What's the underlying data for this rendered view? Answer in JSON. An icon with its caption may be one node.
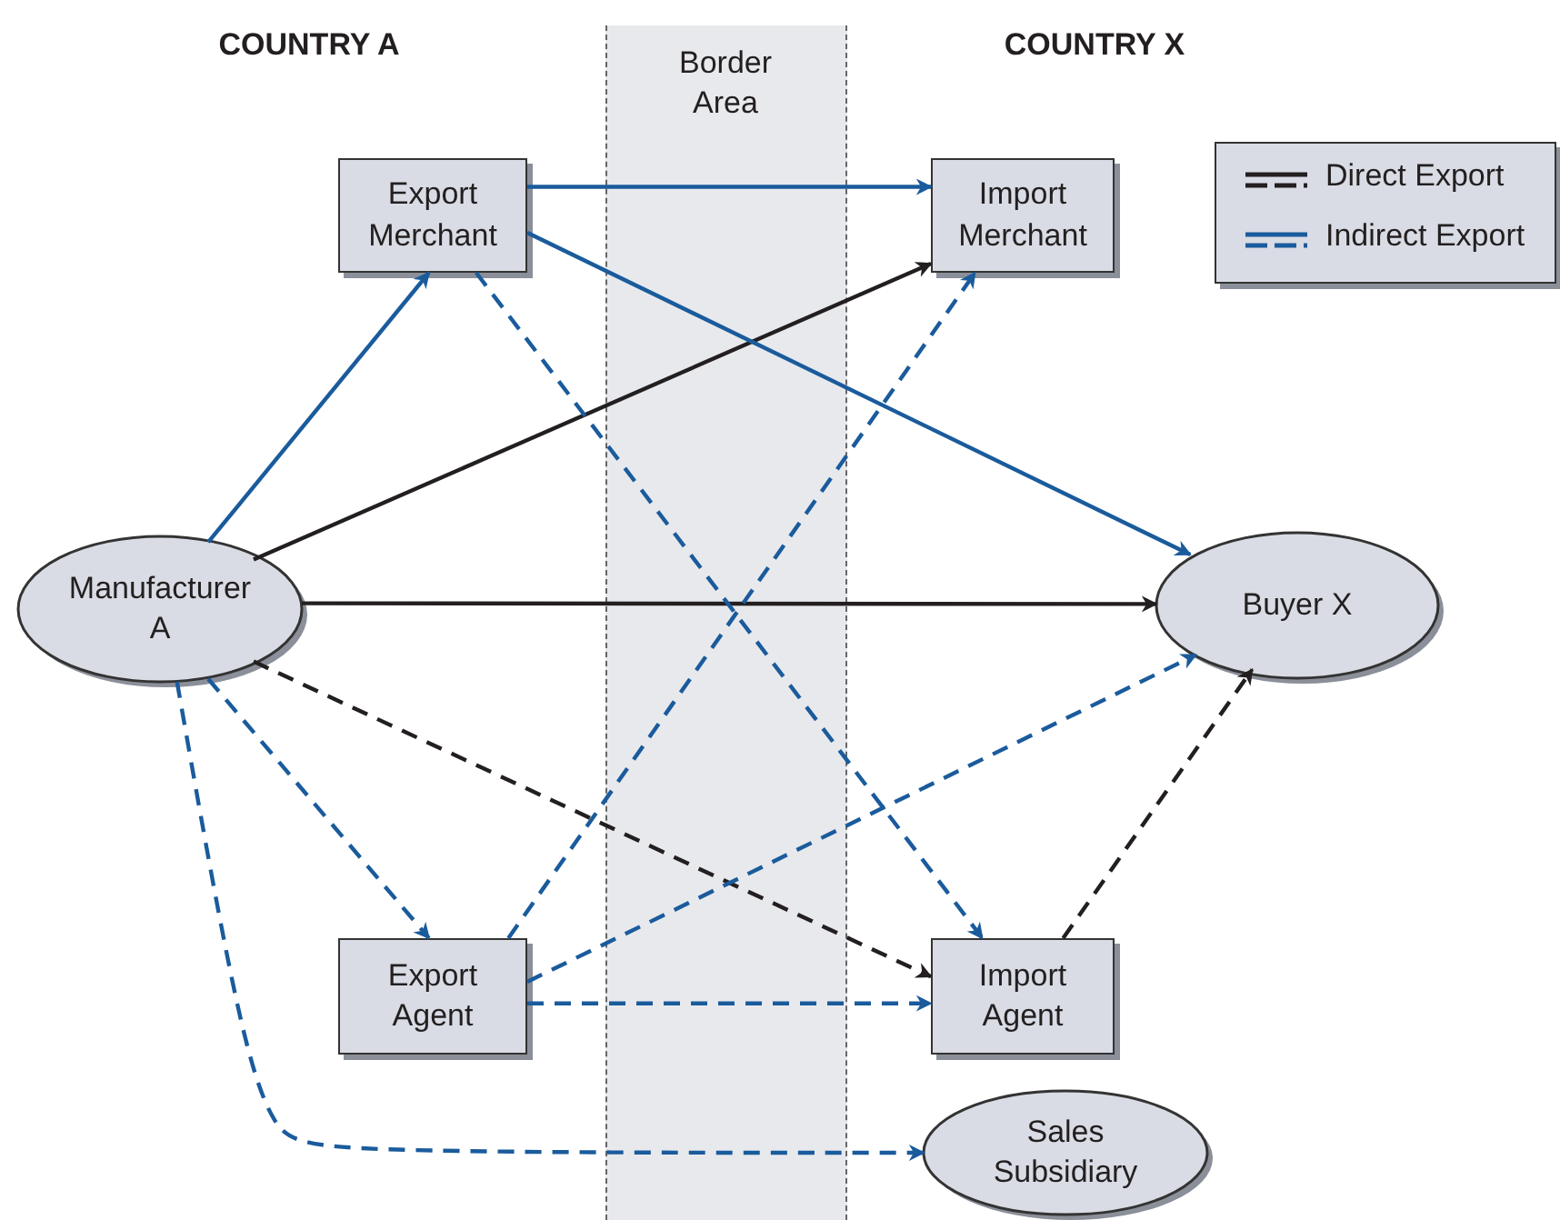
{
  "diagram": {
    "nodes": [
      {
        "text": [
          "Export Merchant"
        ]
      },
      {
        "text": [
          "Import Merchant"
        ]
      },
      {
        "text": [
          "Manufacturer A"
        ]
      },
      {
        "text": [
          "Buyer X"
        ]
      },
      {
        "text": [
          "Export Agent"
        ]
      },
      {
        "text": [
          "Import Agent"
        ]
      },
      {
        "text": [
          "Sales Subsidiary"
        ]
      }
    ],
    "edges": [
      {
        "from": 2,
        "to": 0,
        "arrow": "to"
      },
      {
        "from": 2,
        "to": 1,
        "arrow": "to",
        "color": "#231f20"
      },
      {
        "from": 2,
        "to": 3,
        "arrow": "to",
        "color": "#231f20"
      },
      {
        "from": 2,
        "to": 5,
        "arrow": "to",
        "style": "dashed",
        "color": "#231f20"
      },
      {
        "from": 2,
        "to": 4,
        "arrow": "to",
        "style": "dashed"
      },
      {
        "from": 2,
        "to": 6,
        "arrow": "to",
        "style": "dashed"
      },
      {
        "from": 0,
        "to": 1,
        "arrow": "to"
      },
      {
        "from": 0,
        "to": 3,
        "arrow": "to"
      },
      {
        "from": 0,
        "to": 5,
        "arrow": "to",
        "style": "dashed"
      },
      {
        "from": 4,
        "to": 1,
        "arrow": "to",
        "style": "dashed"
      },
      {
        "from": 4,
        "to": 3,
        "arrow": "to",
        "style": "dashed"
      },
      {
        "from": 4,
        "to": 5,
        "arrow": "to",
        "style": "dashed"
      },
      {
        "from": 5,
        "to": 3,
        "arrow": "to",
        "style": "dashed",
        "color": "#231f20"
      }
    ],
    "labels": [
      "COUNTRY A",
      "Border Area",
      "COUNTRY X"
    ],
    "legend": [
      {
        "text": "Direct Export"
      },
      {
        "text": "Indirect Export"
      }
    ]
  }
}
